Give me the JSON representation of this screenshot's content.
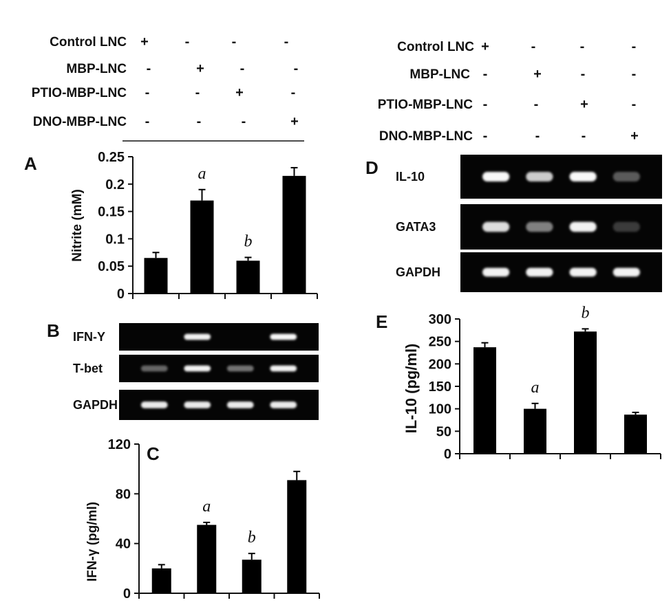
{
  "left_table": {
    "rows": [
      {
        "label": "Control LNC",
        "signs": [
          "+",
          "-",
          "-",
          "-"
        ]
      },
      {
        "label": "MBP-LNC",
        "signs": [
          "-",
          "+",
          "-",
          "-"
        ]
      },
      {
        "label": "PTIO-MBP-LNC",
        "signs": [
          "-",
          "-",
          "+",
          "-"
        ]
      },
      {
        "label": "DNO-MBP-LNC",
        "signs": [
          "-",
          "-",
          "-",
          "+"
        ]
      }
    ]
  },
  "right_table": {
    "rows": [
      {
        "label": "Control LNC",
        "signs": [
          "+",
          "-",
          "-",
          "-"
        ]
      },
      {
        "label": "MBP-LNC",
        "signs": [
          "-",
          "+",
          "-",
          "-"
        ]
      },
      {
        "label": "PTIO-MBP-LNC",
        "signs": [
          "-",
          "-",
          "+",
          "-"
        ]
      },
      {
        "label": "DNO-MBP-LNC",
        "signs": [
          "-",
          "-",
          "-",
          "+"
        ]
      }
    ]
  },
  "panel_letters": {
    "A": "A",
    "B": "B",
    "C": "C",
    "D": "D",
    "E": "E"
  },
  "gel_B": {
    "lanes": 4,
    "rows": [
      {
        "label": "IFN-Y",
        "intensity": [
          0.0,
          0.9,
          0.0,
          0.95
        ]
      },
      {
        "label": "T-bet",
        "intensity": [
          0.35,
          0.9,
          0.4,
          0.9
        ]
      },
      {
        "label": "GAPDH",
        "intensity": [
          0.85,
          0.85,
          0.85,
          0.85
        ]
      }
    ]
  },
  "gel_D": {
    "lanes": 4,
    "rows": [
      {
        "label": "IL-10",
        "intensity": [
          0.95,
          0.7,
          0.95,
          0.3
        ]
      },
      {
        "label": "GATA3",
        "intensity": [
          0.75,
          0.45,
          0.9,
          0.15
        ]
      },
      {
        "label": "GAPDH",
        "intensity": [
          0.9,
          0.9,
          0.9,
          0.9
        ]
      }
    ]
  },
  "chart_data": [
    {
      "panel": "A",
      "type": "bar",
      "categories": [
        "",
        "",
        "",
        ""
      ],
      "values": [
        0.065,
        0.17,
        0.06,
        0.215
      ],
      "errors": [
        0.01,
        0.02,
        0.006,
        0.015
      ],
      "annotations": [
        "",
        "a",
        "b",
        ""
      ],
      "ylabel": "Nitrite (mM)",
      "ylim": [
        0,
        0.25
      ],
      "yticks": [
        "0",
        "0.05",
        "0.1",
        "0.15",
        "0.2",
        "0.25"
      ],
      "ytick_values": [
        0,
        0.05,
        0.1,
        0.15,
        0.2,
        0.25
      ]
    },
    {
      "panel": "C",
      "type": "bar",
      "categories": [
        "",
        "",
        "",
        ""
      ],
      "values": [
        20,
        55,
        27,
        91
      ],
      "errors": [
        3,
        2,
        5,
        7
      ],
      "annotations": [
        "",
        "a",
        "b",
        ""
      ],
      "ylabel": "IFN-γ (pg/ml)",
      "ylim": [
        0,
        120
      ],
      "yticks": [
        "0",
        "40",
        "80",
        "120"
      ],
      "ytick_values": [
        0,
        40,
        80,
        120
      ]
    },
    {
      "panel": "E",
      "type": "bar",
      "categories": [
        "",
        "",
        "",
        ""
      ],
      "values": [
        237,
        100,
        272,
        87
      ],
      "errors": [
        10,
        12,
        6,
        5
      ],
      "annotations": [
        "",
        "a",
        "b",
        ""
      ],
      "ylabel": "IL-10 (pg/ml)",
      "ylim": [
        0,
        300
      ],
      "yticks": [
        "0",
        "50",
        "100",
        "150",
        "200",
        "250",
        "300"
      ],
      "ytick_values": [
        0,
        50,
        100,
        150,
        200,
        250,
        300
      ]
    }
  ]
}
